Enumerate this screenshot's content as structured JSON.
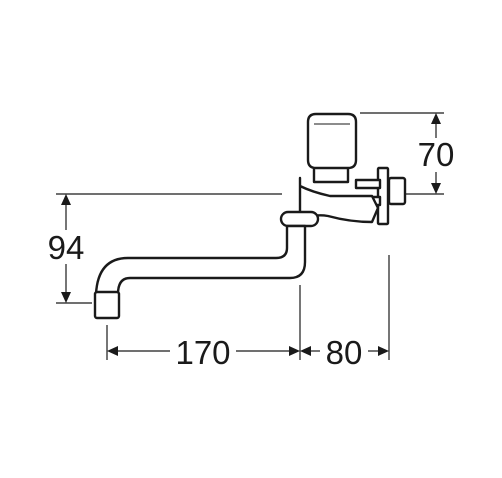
{
  "dimensions": {
    "height_top": "70",
    "height_outlet": "94",
    "width_spout": "170",
    "width_body": "80"
  },
  "colors": {
    "line": "#1a1a1a",
    "background": "#ffffff"
  }
}
